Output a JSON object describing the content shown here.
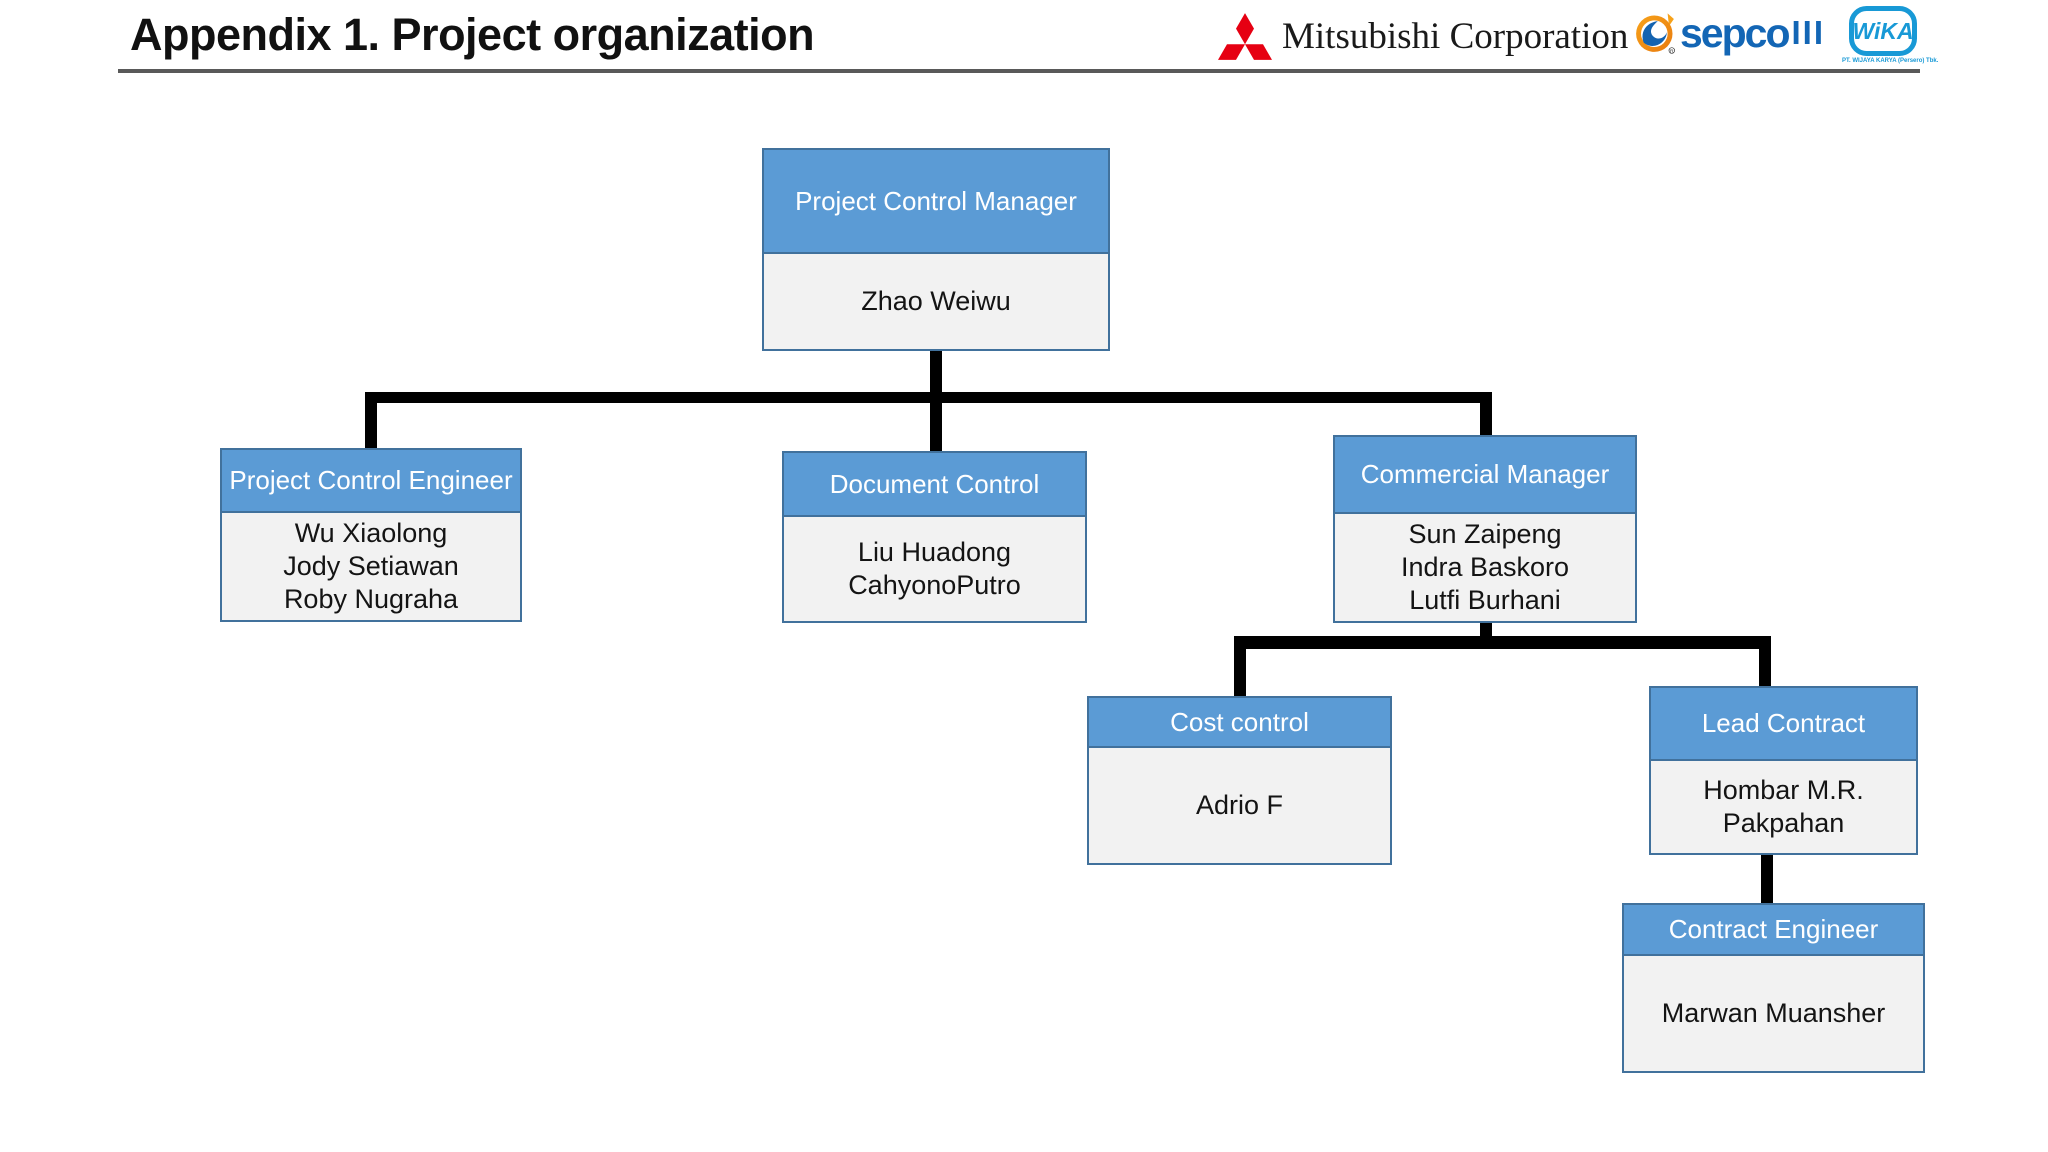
{
  "page": {
    "title": "Appendix 1. Project organization"
  },
  "logos": {
    "mitsubishi": {
      "name": "Mitsubishi Corporation"
    },
    "sepco": {
      "wordmark": "sepco",
      "suffix": "III"
    },
    "wika": {
      "wordmark": "WiKA",
      "subtext": "PT. WIJAYA KARYA (Persero) Tbk."
    }
  },
  "theme": {
    "title-color": "#111111",
    "rule-gray": "#595959",
    "header-blue": "#5B9BD5",
    "border-blue": "#41719C",
    "body-gray": "#F2F2F2",
    "connector-black": "#000000",
    "mitsubishi-red": "#E6012 ",
    "sepco-blue": "#1366B5",
    "wika-blue": "#1899D6"
  },
  "org": {
    "nodes": {
      "pcm": {
        "title": "Project Control Manager",
        "names": [
          "Zhao Weiwu"
        ]
      },
      "pce": {
        "title": "Project Control Engineer",
        "names": [
          "Wu Xiaolong",
          "Jody Setiawan",
          "Roby Nugraha"
        ]
      },
      "dc": {
        "title": "Document Control",
        "names": [
          "Liu Huadong",
          "CahyonoPutro"
        ]
      },
      "cm": {
        "title": "Commercial Manager",
        "names": [
          "Sun Zaipeng",
          "Indra Baskoro",
          "Lutfi Burhani"
        ]
      },
      "cc": {
        "title": "Cost control",
        "names": [
          "Adrio F"
        ]
      },
      "lc": {
        "title": "Lead Contract",
        "names": [
          "Hombar M.R. Pakpahan"
        ]
      },
      "ce": {
        "title": "Contract Engineer",
        "names": [
          "Marwan Muansher"
        ]
      }
    }
  }
}
